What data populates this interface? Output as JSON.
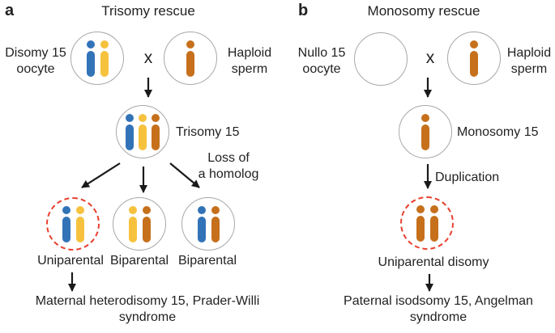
{
  "colors": {
    "maternal_blue": "#3273B8",
    "maternal_yellow": "#F6C23E",
    "paternal_orange": "#C6701C",
    "circle_stroke": "#A8A8A8",
    "dashed_red": "#E8402F",
    "text": "#222222"
  },
  "panel_a": {
    "label": "a",
    "title": "Trisomy rescue",
    "oocyte_label": "Disomy 15\noocyte",
    "cross": "x",
    "sperm_label": "Haploid\nsperm",
    "trisomy_label": "Trisomy 15",
    "loss_label": "Loss of\na homolog",
    "outcomes": [
      "Uniparental",
      "Biparental",
      "Biparental"
    ],
    "result": "Maternal heterodisomy 15, Prader-Willi\nsyndrome"
  },
  "panel_b": {
    "label": "b",
    "title": "Monosomy rescue",
    "oocyte_label": "Nullo 15\noocyte",
    "cross": "x",
    "sperm_label": "Haploid\nsperm",
    "monosomy_label": "Monosomy 15",
    "duplication_label": "Duplication",
    "outcome_label": "Uniparental disomy",
    "result": "Paternal isodsomy 15, Angelman\nsyndrome"
  }
}
